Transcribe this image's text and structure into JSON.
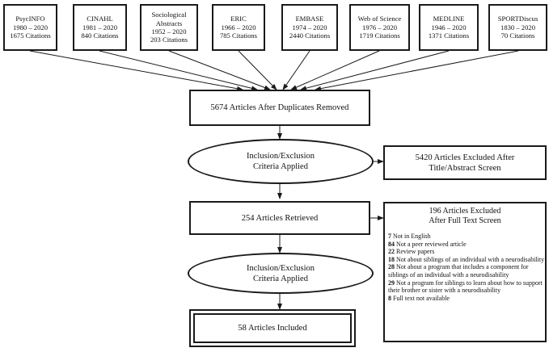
{
  "databases": [
    {
      "name_lines": [
        "PsycINFO"
      ],
      "years": "1980 – 2020",
      "citations": "1675 Citations"
    },
    {
      "name_lines": [
        "CINAHL"
      ],
      "years": "1981 – 2020",
      "citations": "840 Citations"
    },
    {
      "name_lines": [
        "Sociological",
        "Abstracts"
      ],
      "years": "1952 – 2020",
      "citations": "203 Citations"
    },
    {
      "name_lines": [
        "ERIC"
      ],
      "years": "1966 – 2020",
      "citations": "785 Citations"
    },
    {
      "name_lines": [
        "EMBASE"
      ],
      "years": "1974 – 2020",
      "citations": "2440 Citations"
    },
    {
      "name_lines": [
        "Web of Science"
      ],
      "years": "1976 – 2020",
      "citations": "1719 Citations"
    },
    {
      "name_lines": [
        "MEDLINE"
      ],
      "years": "1946 – 2020",
      "citations": "1371 Citations"
    },
    {
      "name_lines": [
        "SPORTDiscus"
      ],
      "years": "1830 – 2020",
      "citations": "70 Citations"
    }
  ],
  "duplicates_removed": "5674 Articles After Duplicates Removed",
  "criteria_1": {
    "line1": "Inclusion/Exclusion",
    "line2": "Criteria Applied"
  },
  "excluded_1": {
    "line1": "5420 Articles Excluded After",
    "line2": "Title/Abstract Screen"
  },
  "retrieved": "254 Articles Retrieved",
  "excluded_2": {
    "line1": "196 Articles Excluded",
    "line2": "After Full Text Screen",
    "reasons": [
      {
        "count": "7",
        "text": " Not in English"
      },
      {
        "count": "84",
        "text": " Not a peer reviewed article"
      },
      {
        "count": "22",
        "text": " Review papers"
      },
      {
        "count": "18",
        "text": " Not about siblings of an individual with a neurodisability"
      },
      {
        "count": "28",
        "text": " Not about a program that includes a component for siblings of an individual with a neurodisability"
      },
      {
        "count": "29",
        "text": " Not a program for siblings to learn about how to support their brother or sister with a neurodisability"
      },
      {
        "count": "8",
        "text": " Full text not available"
      }
    ]
  },
  "criteria_2": {
    "line1": "Inclusion/Exclusion",
    "line2": "Criteria Applied"
  },
  "included": "58 Articles Included"
}
